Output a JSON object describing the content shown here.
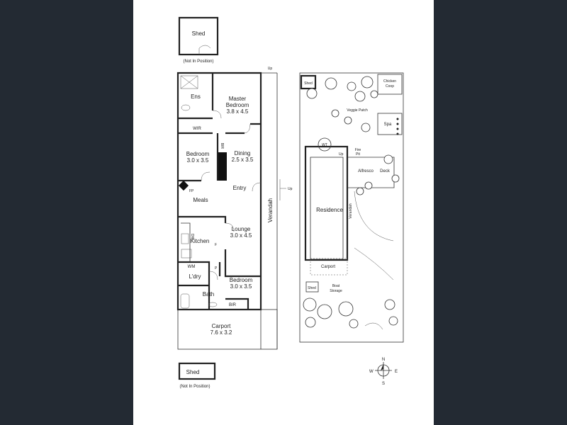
{
  "colors": {
    "background": "#232a33",
    "paper": "#ffffff",
    "ink": "#222222"
  },
  "floor_plan": {
    "shed_top": "Shed",
    "shed_top_note": "(Not In Position)",
    "shed_bottom": "Shed",
    "shed_bottom_note": "(Not In Position)",
    "rooms": {
      "ens": "Ens",
      "master_bedroom": "Master",
      "master_bedroom_2": "Bedroom",
      "master_bedroom_size": "3.8 x 4.5",
      "wir": "WIR",
      "bir_top": "BIR",
      "bedroom1": "Bedroom",
      "bedroom1_size": "3.0 x 3.5",
      "dining": "Dining",
      "dining_size": "2.5 x 3.5",
      "fp": "FP",
      "meals": "Meals",
      "entry": "Entry",
      "dw": "DW",
      "kitchen": "Kitchen",
      "f": "F",
      "lounge": "Lounge",
      "lounge_size": "3.0 x 4.5",
      "wm": "WM",
      "p": "P",
      "ldry": "L'dry",
      "bedroom2": "Bedroom",
      "bedroom2_size": "3.0 x 3.5",
      "bath": "Bath",
      "bir_bottom": "BIR",
      "carport": "Carport",
      "carport_size": "7.6 x 3.2",
      "verandah": "Verandah",
      "up_top": "Up",
      "up_side": "Up"
    }
  },
  "site_plan": {
    "shed_top": "Shed",
    "chicken_coop_1": "Chicken",
    "chicken_coop_2": "Coop",
    "veggie_patch": "Veggie Patch",
    "spa": "Spa",
    "wt": "WT",
    "up": "Up",
    "fire_pit_1": "Fire",
    "fire_pit_2": "Pit",
    "alfresco": "Alfresco",
    "deck": "Deck",
    "residence": "Residence",
    "verandah": "Verandah",
    "carport": "Carport",
    "shed_bottom": "Shed",
    "boat_storage_1": "Boat",
    "boat_storage_2": "Storage"
  },
  "compass": {
    "n": "N",
    "s": "S",
    "e": "E",
    "w": "W"
  }
}
